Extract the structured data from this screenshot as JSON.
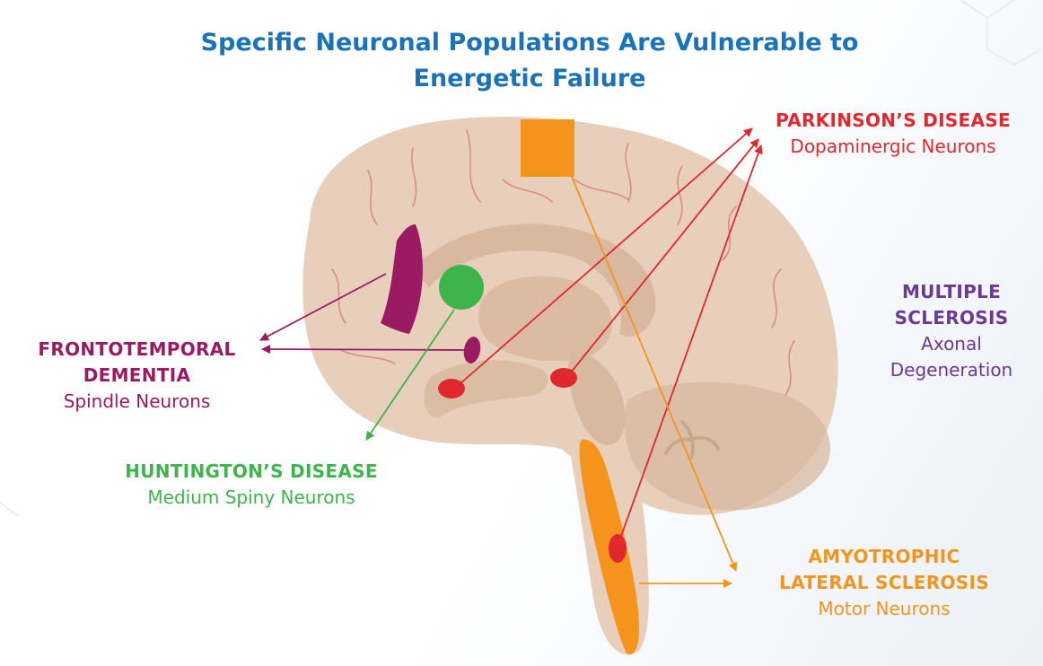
{
  "title": {
    "line1": "Specific Neuronal Populations Are Vulnerable to",
    "line2": "Energetic Failure",
    "color": "#1a73b8"
  },
  "colors": {
    "brain": "#e7cfbb",
    "brain_inner": "#d8b89f",
    "vessel": "#d98b88",
    "parkinsons": "#e0282e",
    "ftd": "#9b1b63",
    "huntington": "#3db54a",
    "ms": "#6a3a96",
    "als": "#f5941d"
  },
  "labels": {
    "parkinsons": {
      "heading": "PARKINSON’S DISEASE",
      "sub": "Dopaminergic Neurons"
    },
    "ms": {
      "heading_line1": "MULTIPLE",
      "heading_line2": "SCLEROSIS",
      "sub_line1": "Axonal",
      "sub_line2": "Degeneration"
    },
    "ftd": {
      "heading_line1": "FRONTOTEMPORAL",
      "heading_line2": "DEMENTIA",
      "sub": "Spindle Neurons"
    },
    "huntington": {
      "heading": "HUNTINGTON’S DISEASE",
      "sub": "Medium Spiny Neurons"
    },
    "als": {
      "heading_line1": "AMYOTROPHIC",
      "heading_line2": "LATERAL SCLEROSIS",
      "sub": "Motor Neurons"
    }
  }
}
